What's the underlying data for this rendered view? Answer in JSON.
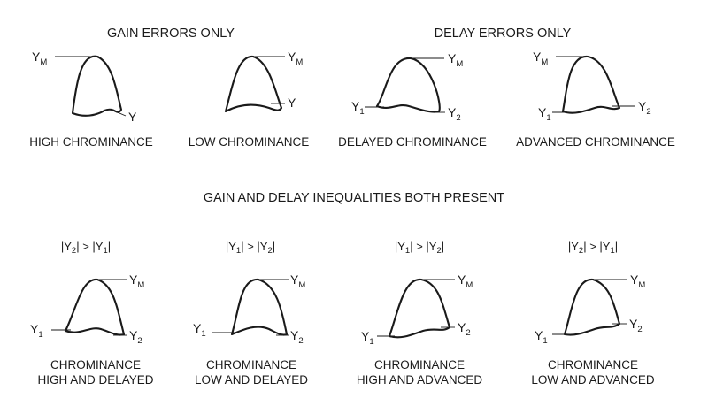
{
  "headings": {
    "gain": "GAIN ERRORS ONLY",
    "delay": "DELAY ERRORS ONLY",
    "both": "GAIN AND DELAY INEQUALITIES BOTH PRESENT"
  },
  "symbols": {
    "y": "Y",
    "sub_m": "M",
    "sub_1": "1",
    "sub_2": "2"
  },
  "top_row": [
    {
      "caption": "HIGH CHROMINANCE"
    },
    {
      "caption": "LOW CHROMINANCE"
    },
    {
      "caption": "DELAYED CHROMINANCE"
    },
    {
      "caption": "ADVANCED CHROMINANCE"
    }
  ],
  "bottom_row": [
    {
      "condition": {
        "left": "Y2",
        "right": "Y1",
        "op": ">"
      },
      "caption": [
        "CHROMINANCE",
        "HIGH AND DELAYED"
      ]
    },
    {
      "condition": {
        "left": "Y1",
        "right": "Y2",
        "op": ">"
      },
      "caption": [
        "CHROMINANCE",
        "LOW AND DELAYED"
      ]
    },
    {
      "condition": {
        "left": "Y1",
        "right": "Y2",
        "op": ">"
      },
      "caption": [
        "CHROMINANCE",
        "HIGH AND ADVANCED"
      ]
    },
    {
      "condition": {
        "left": "Y2",
        "right": "Y1",
        "op": ">"
      },
      "caption": [
        "CHROMINANCE",
        "LOW AND ADVANCED"
      ]
    }
  ]
}
